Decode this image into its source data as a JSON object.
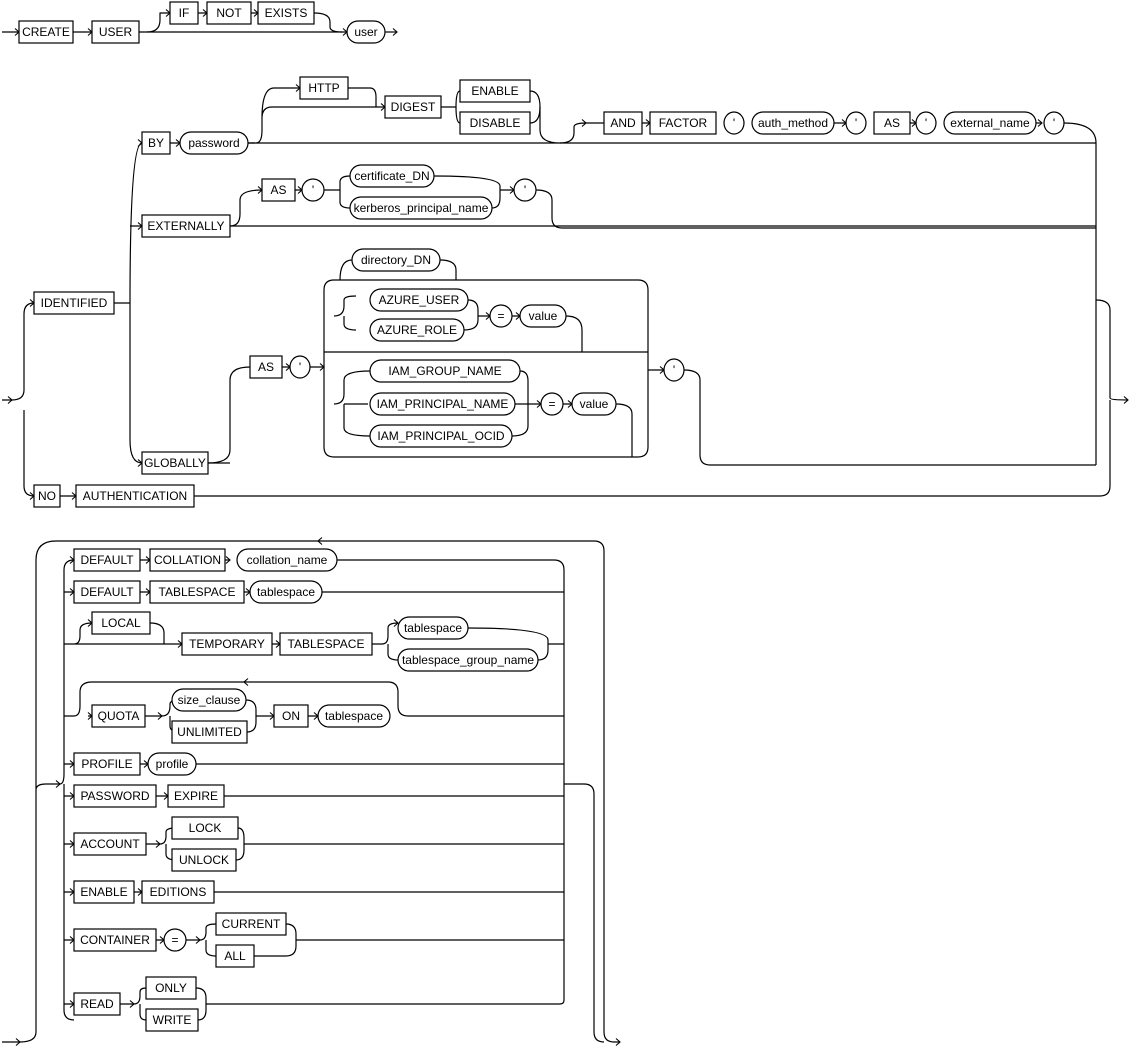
{
  "diagram": {
    "create": "CREATE",
    "user_kw": "USER",
    "if_kw": "IF",
    "not_kw": "NOT",
    "exists_kw": "EXISTS",
    "user_nt": "user",
    "identified": "IDENTIFIED",
    "by": "BY",
    "password": "password",
    "http": "HTTP",
    "digest": "DIGEST",
    "enable": "ENABLE",
    "disable": "DISABLE",
    "and": "AND",
    "factor": "FACTOR",
    "quote": "'",
    "auth_method": "auth_method",
    "as": "AS",
    "external_name": "external_name",
    "externally": "EXTERNALLY",
    "certificate_dn": "certificate_DN",
    "kerberos_principal_name": "kerberos_principal_name",
    "globally": "GLOBALLY",
    "directory_dn": "directory_DN",
    "azure_user": "AZURE_USER",
    "azure_role": "AZURE_ROLE",
    "eq": "=",
    "value": "value",
    "iam_group_name": "IAM_GROUP_NAME",
    "iam_principal_name": "IAM_PRINCIPAL_NAME",
    "iam_principal_ocid": "IAM_PRINCIPAL_OCID",
    "no": "NO",
    "authentication": "AUTHENTICATION",
    "default": "DEFAULT",
    "collation": "COLLATION",
    "collation_name": "collation_name",
    "tablespace_kw": "TABLESPACE",
    "tablespace_nt": "tablespace",
    "local": "LOCAL",
    "temporary": "TEMPORARY",
    "tablespace_group_name": "tablespace_group_name",
    "quota": "QUOTA",
    "size_clause": "size_clause",
    "unlimited": "UNLIMITED",
    "on": "ON",
    "profile_kw": "PROFILE",
    "profile_nt": "profile",
    "password_kw": "PASSWORD",
    "expire": "EXPIRE",
    "account": "ACCOUNT",
    "lock": "LOCK",
    "unlock": "UNLOCK",
    "enable_kw": "ENABLE",
    "editions": "EDITIONS",
    "container": "CONTAINER",
    "current": "CURRENT",
    "all": "ALL",
    "read": "READ",
    "only": "ONLY",
    "write": "WRITE"
  }
}
